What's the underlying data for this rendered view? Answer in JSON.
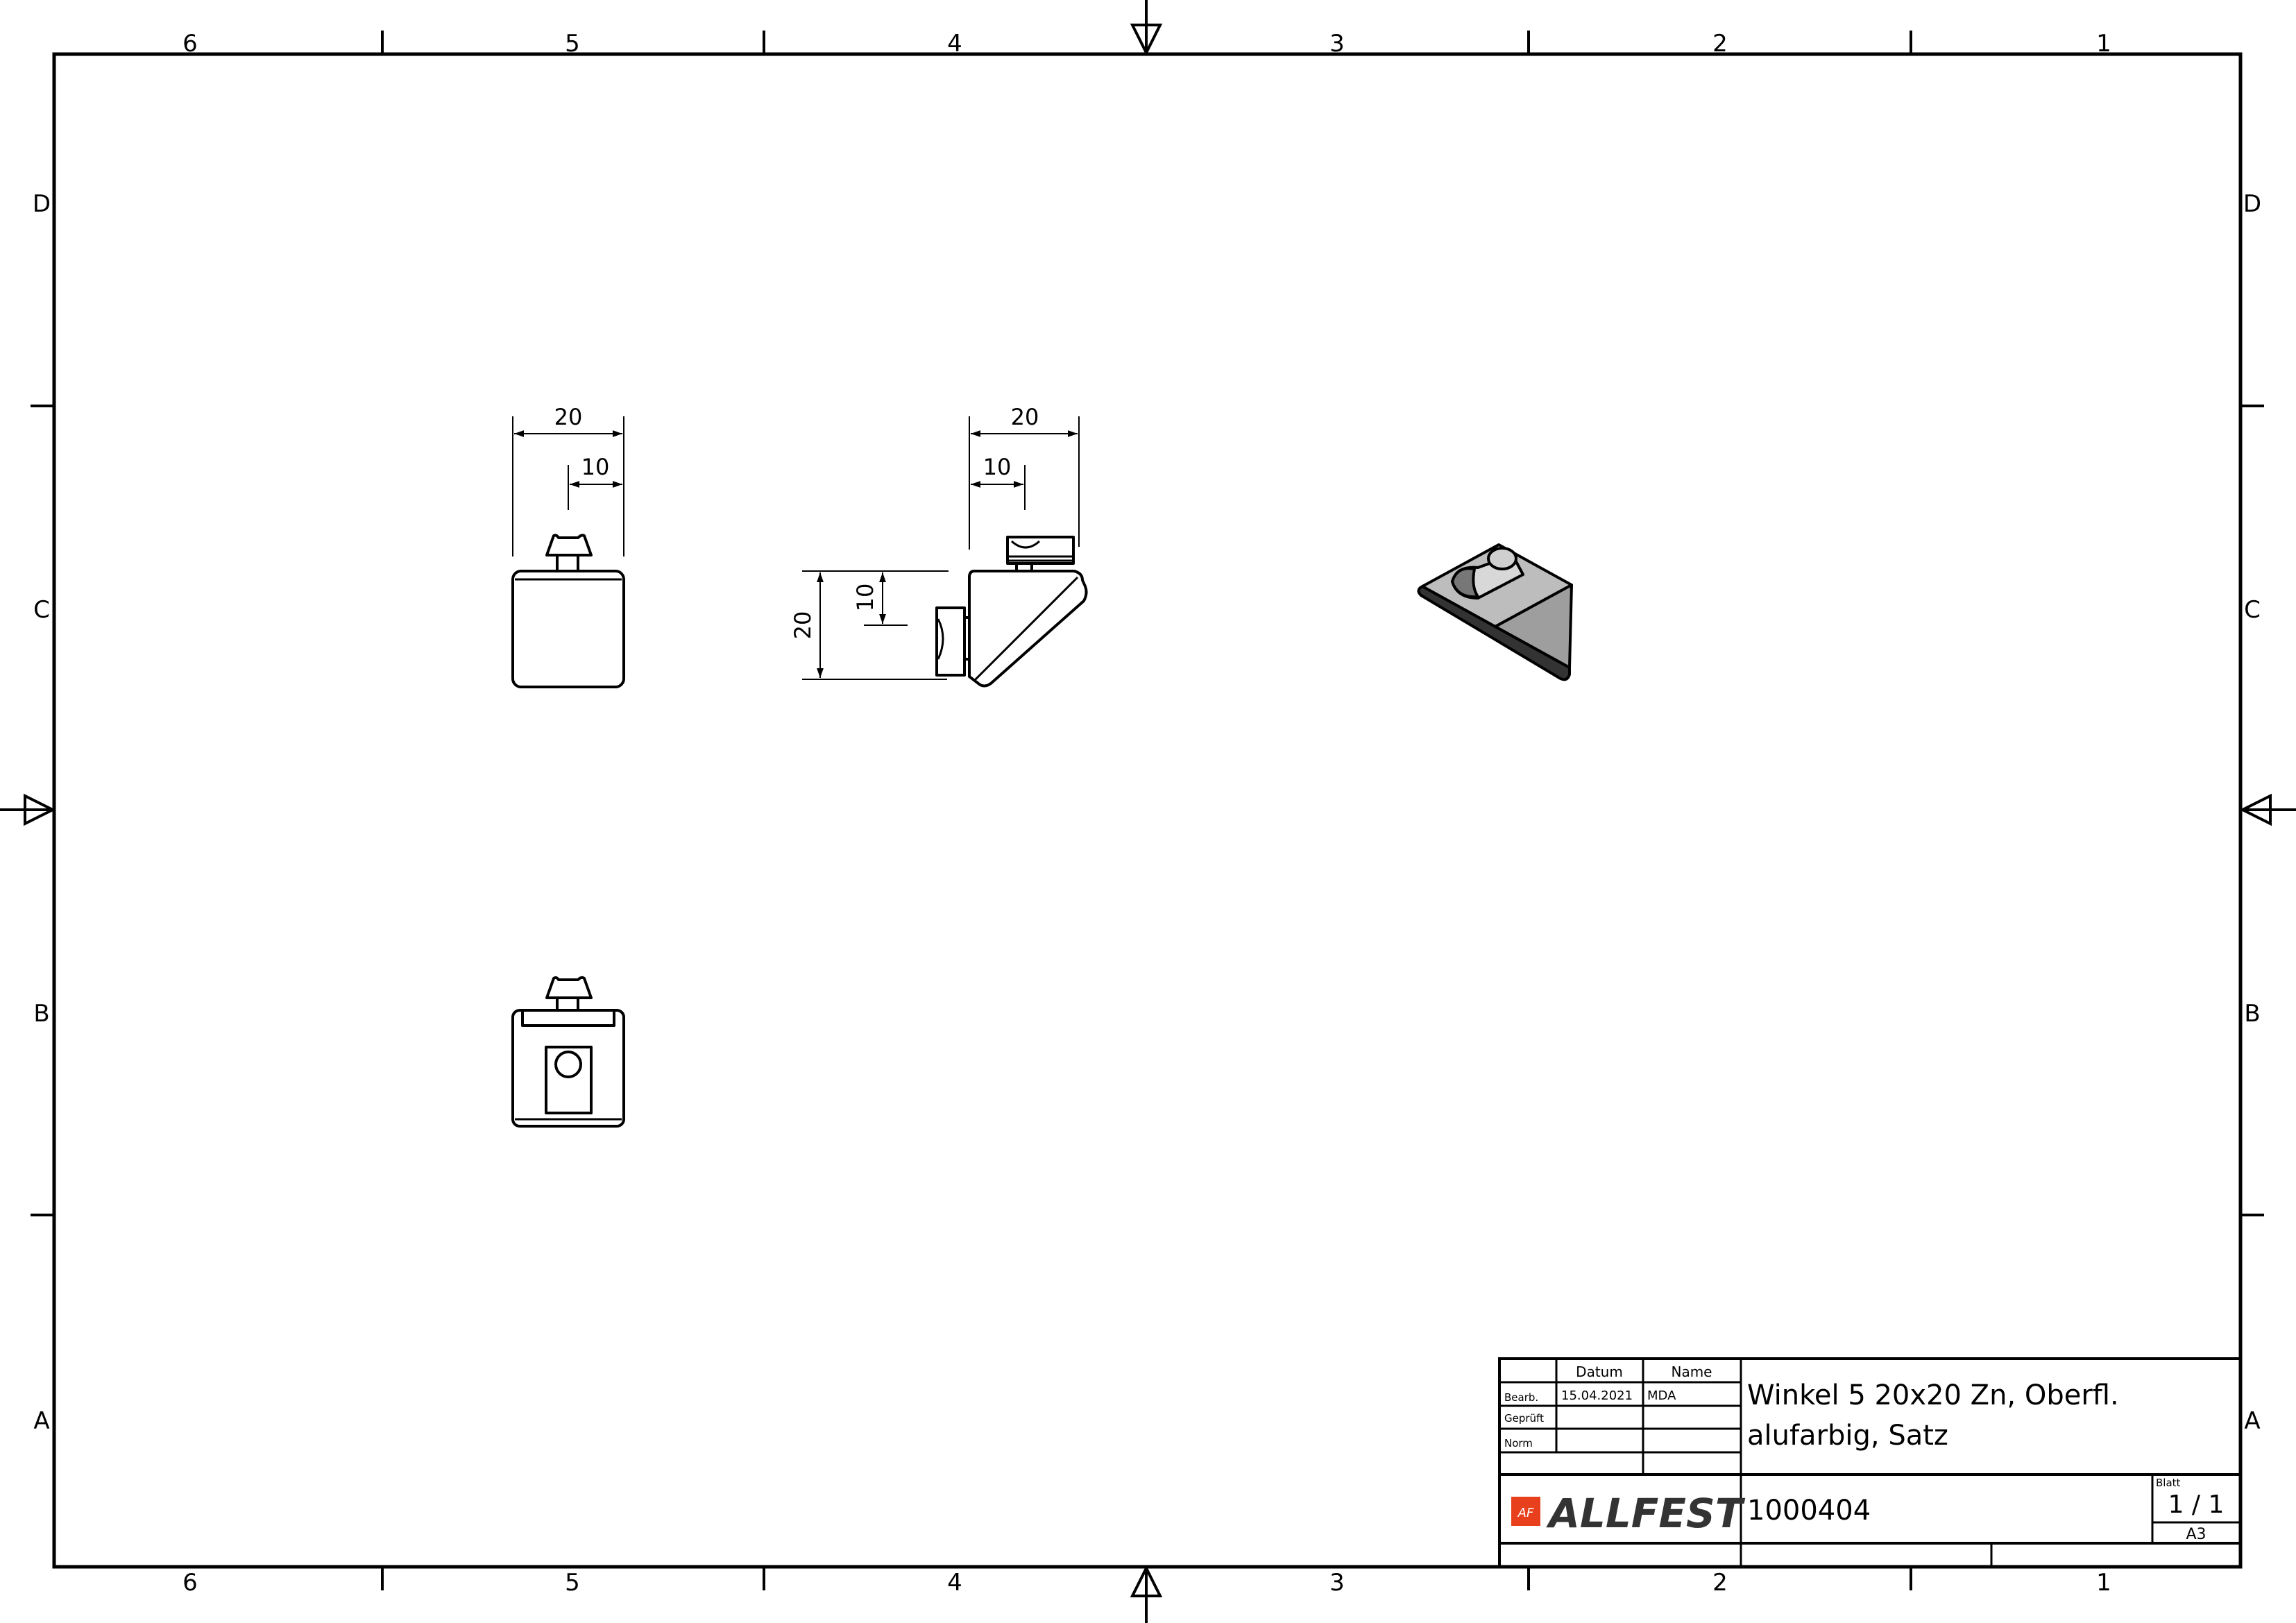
{
  "frame": {
    "column_labels_top": [
      "6",
      "5",
      "4",
      "3",
      "2",
      "1"
    ],
    "column_labels_bottom": [
      "6",
      "5",
      "4",
      "3",
      "2",
      "1"
    ],
    "row_labels_left": [
      "D",
      "C",
      "B",
      "A"
    ],
    "row_labels_right": [
      "D",
      "C",
      "B",
      "A"
    ]
  },
  "views": {
    "front": {
      "dim_width": "20",
      "dim_offset": "10"
    },
    "side": {
      "dim_width": "20",
      "dim_offset": "10",
      "dim_height": "20",
      "dim_height_offset": "10"
    }
  },
  "title_block": {
    "header_date": "Datum",
    "header_name": "Name",
    "row_bearb_label": "Bearb.",
    "row_bearb_date": "15.04.2021",
    "row_bearb_name": "MDA",
    "row_geprueft_label": "Geprüft",
    "row_norm_label": "Norm",
    "title_line1": "Winkel 5 20x20 Zn, Oberfl.",
    "title_line2": "alufarbig, Satz",
    "company_logo": "ALLFEST",
    "logo_mark": "AF",
    "drawing_number": "1000404",
    "sheet_label": "Blatt",
    "sheet_value": "1 / 1",
    "format": "A3",
    "logo_color": "#e8401c"
  }
}
